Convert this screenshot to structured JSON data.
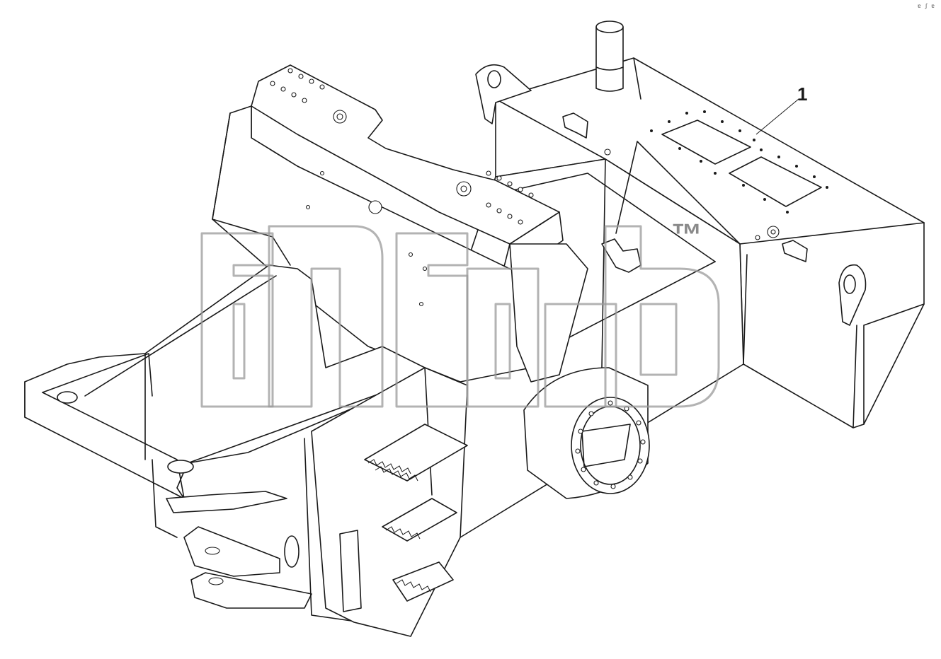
{
  "diagram": {
    "callout_label": "1",
    "watermark_trademark": "™",
    "watermark_logo_text": "altab",
    "corner_mark": "ɐ ʃ ɐ",
    "line_color": "#1a1a1a",
    "watermark_color": "#9a9a9a"
  }
}
